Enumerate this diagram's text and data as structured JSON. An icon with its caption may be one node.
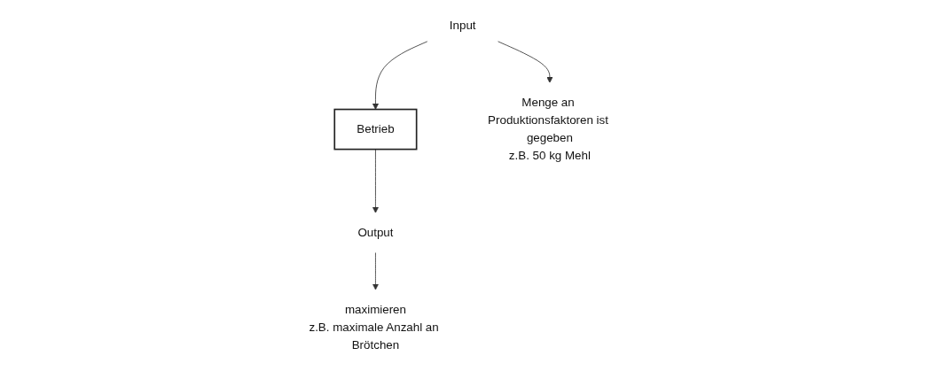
{
  "diagram": {
    "nodes": [
      {
        "text": [
          "Input"
        ]
      },
      {
        "text": [
          "Betrieb"
        ]
      },
      {
        "text": [
          "Output"
        ]
      },
      {
        "text": [
          "Menge an Produktionsfaktoren ist gegeben",
          "z.B. 50 kg Mehl"
        ]
      },
      {
        "text": [
          "maximieren",
          "z.B. maximale Anzahl an Brötchen"
        ]
      }
    ],
    "edges": [
      {
        "from": 0,
        "to": 1,
        "arrow": "to"
      },
      {
        "from": 1,
        "to": 2,
        "arrow": "to"
      },
      {
        "from": 0,
        "to": 3,
        "arrow": "to"
      },
      {
        "from": 2,
        "to": 4,
        "arrow": "to"
      }
    ]
  }
}
